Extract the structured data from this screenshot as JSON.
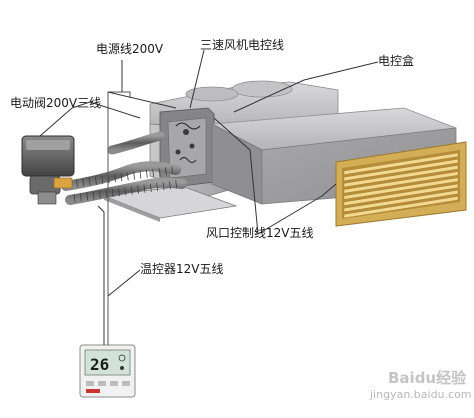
{
  "labels": {
    "power_line": "电源线200V",
    "three_speed": "三速风机电控线",
    "control_box": "电控盒",
    "valve_line": "电动阀200V三线",
    "outlet_line": "风口控制线12V五线",
    "thermostat_line": "温控器12V五线"
  },
  "thermostat": {
    "display_value": "26"
  },
  "watermark": {
    "text": "Baidu经验",
    "url": "jingyan.baidu.com"
  },
  "colors": {
    "duct": "#b7b7b9",
    "grille_frame": "#d4ad57",
    "grille_slat": "#f3d98f",
    "hose": "#7c7c7c",
    "wire": "#333333"
  }
}
